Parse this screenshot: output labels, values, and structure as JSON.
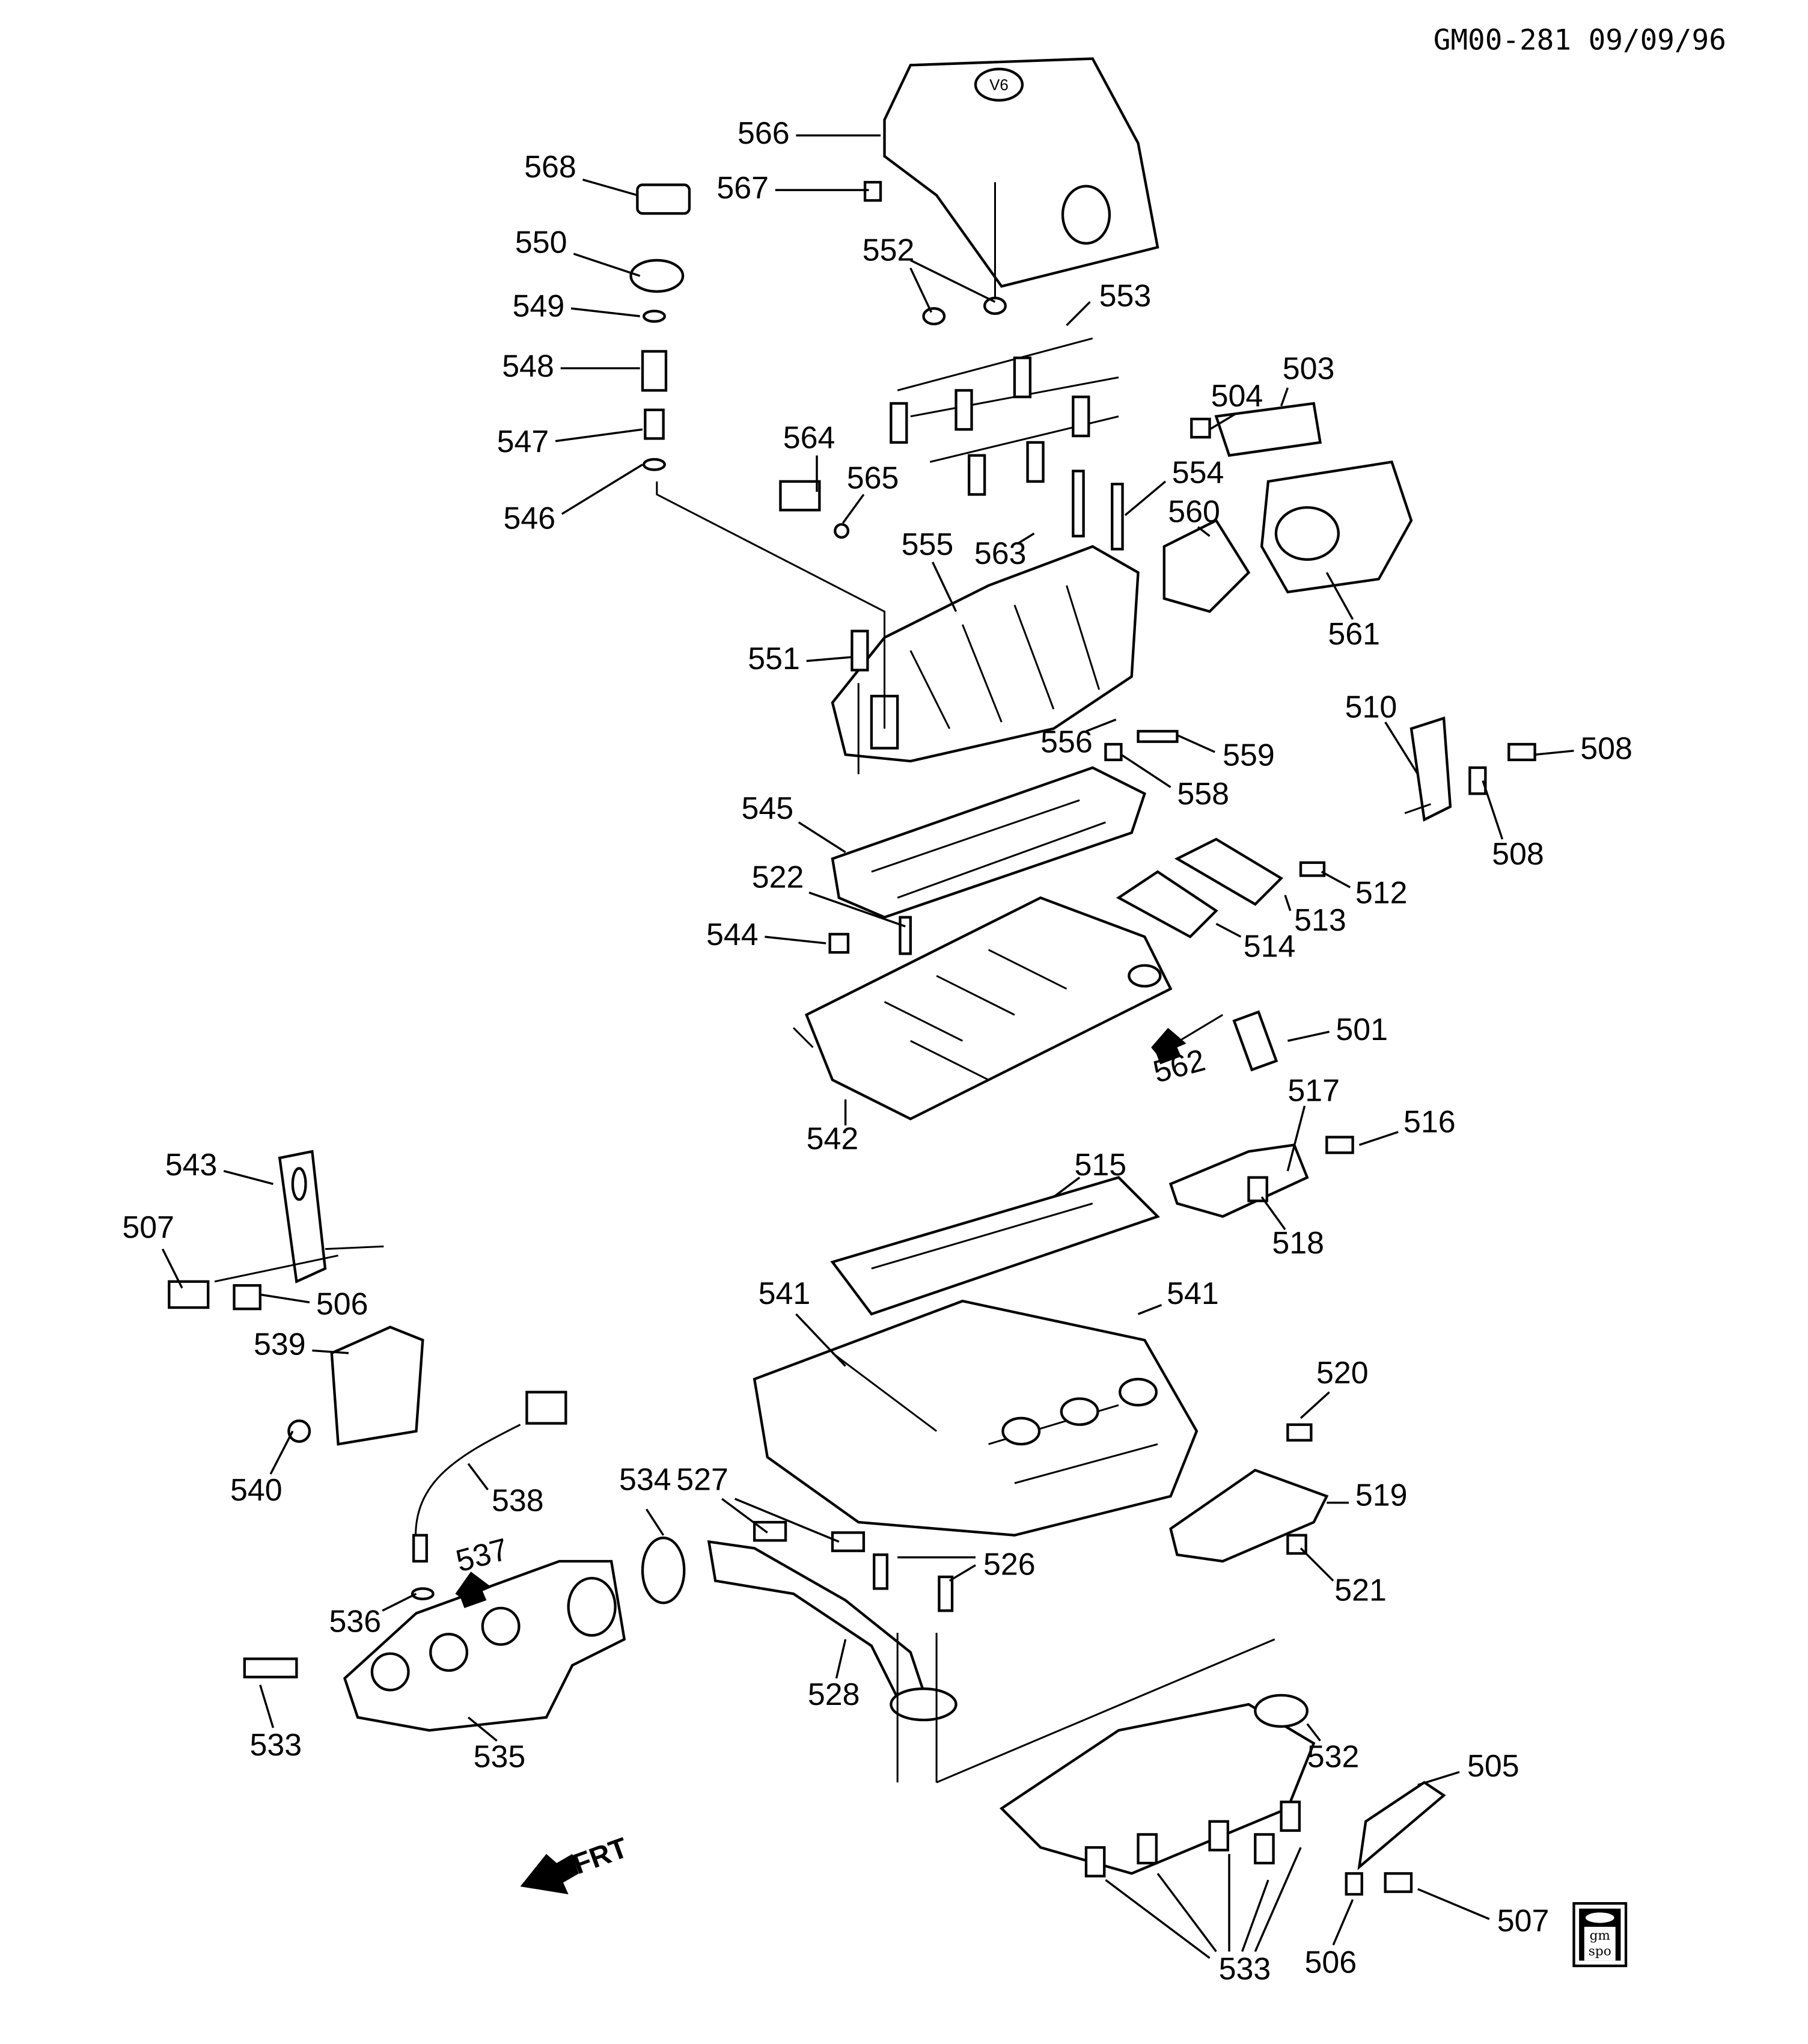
{
  "header": {
    "diagram_id": "GM00-281 09/09/96"
  },
  "callouts": [
    "566",
    "567",
    "568",
    "550",
    "549",
    "548",
    "547",
    "546",
    "552",
    "553",
    "503",
    "504",
    "564",
    "565",
    "554",
    "555",
    "563",
    "560",
    "561",
    "551",
    "510",
    "508",
    "508",
    "556",
    "559",
    "558",
    "545",
    "522",
    "512",
    "513",
    "514",
    "544",
    "501",
    "562",
    "542",
    "517",
    "516",
    "515",
    "518",
    "543",
    "507",
    "506",
    "541",
    "541",
    "539",
    "520",
    "540",
    "538",
    "534",
    "527",
    "519",
    "537",
    "526",
    "521",
    "536",
    "528",
    "533",
    "535",
    "532",
    "505",
    "507",
    "533",
    "506"
  ],
  "direction_arrow": {
    "label": "FRT"
  },
  "logo": {
    "text_line1": "gm",
    "text_line2": "spo"
  },
  "engine_cover_badge": "V6"
}
